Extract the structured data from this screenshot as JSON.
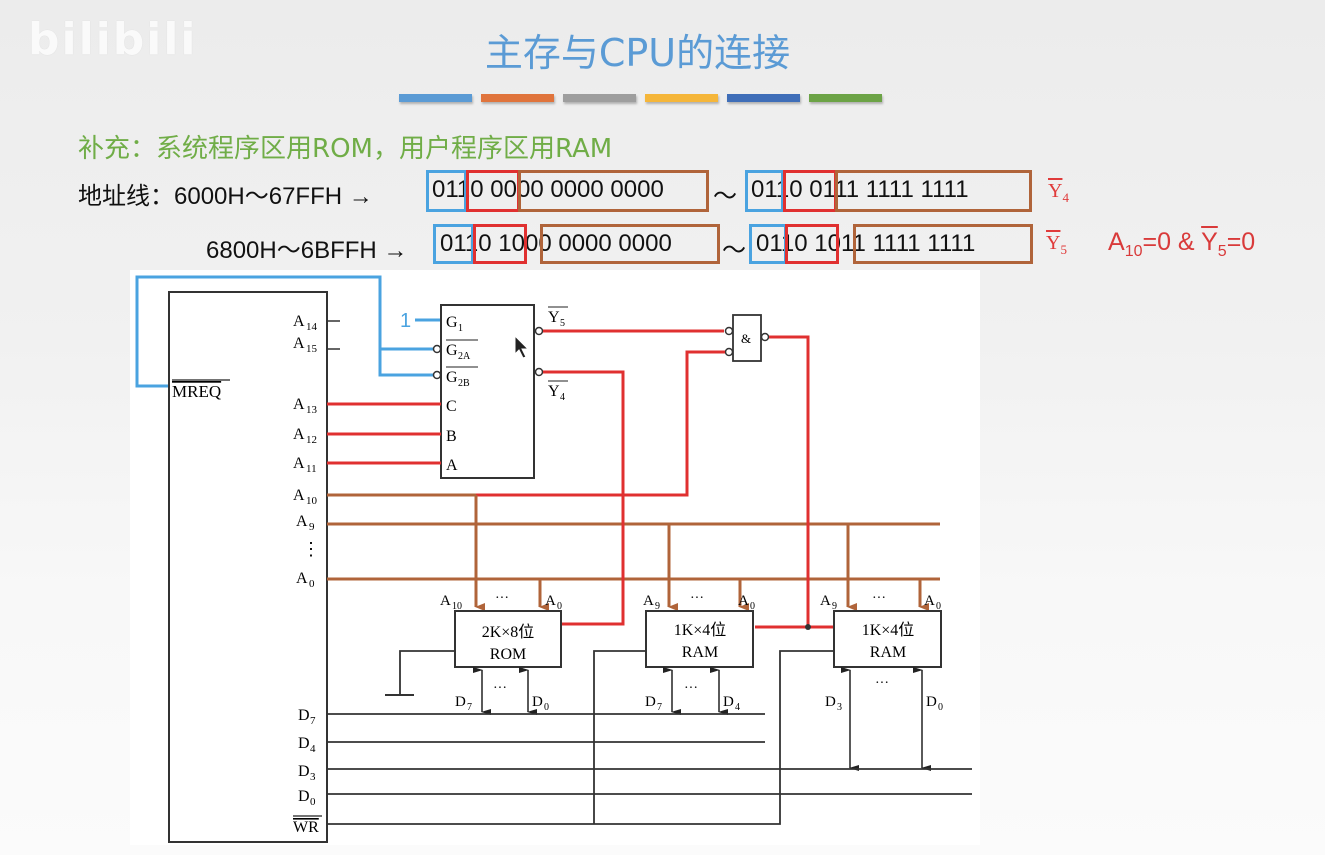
{
  "watermark": "bilibili",
  "title": "主存与CPU的连接",
  "deco_bar_colors": [
    "#5b9bd5",
    "#e0743c",
    "#9e9e9e",
    "#f5b63a",
    "#3f6eb8",
    "#6ca346"
  ],
  "supplement": "补充：系统程序区用ROM，用户程序区用RAM",
  "address": {
    "label": "地址线：",
    "rows": [
      {
        "range": "6000H～67FFH",
        "arrow": "→",
        "start_bits": [
          "01",
          "10 0",
          "000 0000 0000"
        ],
        "tilde": "～",
        "end_bits": [
          "01",
          "10 0",
          "111 1111 1111"
        ],
        "signal": "Y",
        "signal_sub": "4"
      },
      {
        "range": "6800H～6BFFH",
        "arrow": "→",
        "start_bits": [
          "01",
          "10 1",
          "000 0000 0000"
        ],
        "tilde": "～",
        "end_bits": [
          "01",
          "10 1",
          "011 1111 1111"
        ],
        "signal": "Y",
        "signal_sub": "5"
      }
    ],
    "condition": {
      "a": "A",
      "a_sub": "10",
      "mid": "=0 & ",
      "y": "Y",
      "y_sub": "5",
      "end": "=0"
    }
  },
  "colors": {
    "blue_wire": "#4aa3e0",
    "red_wire": "#e03030",
    "brown_wire": "#b0643a",
    "black_wire": "#333333"
  },
  "diagram": {
    "cpu": {
      "mreq": "MREQ",
      "pins_high": [
        {
          "n": "A",
          "s": "14"
        },
        {
          "n": "A",
          "s": "15"
        }
      ],
      "pins_dec": [
        {
          "n": "A",
          "s": "13"
        },
        {
          "n": "A",
          "s": "12"
        },
        {
          "n": "A",
          "s": "11"
        }
      ],
      "pins_addr": [
        {
          "n": "A",
          "s": "10"
        },
        {
          "n": "A",
          "s": "9"
        },
        {
          "n": "A",
          "s": "0"
        }
      ],
      "pins_data": [
        {
          "n": "D",
          "s": "7"
        },
        {
          "n": "D",
          "s": "4"
        },
        {
          "n": "D",
          "s": "3"
        },
        {
          "n": "D",
          "s": "0"
        }
      ],
      "wr": "WR",
      "vdots": "⋮"
    },
    "decoder": {
      "g1_value": "1",
      "g1": {
        "n": "G",
        "s": "1"
      },
      "g2a": {
        "n": "G",
        "s": "2A"
      },
      "g2b": {
        "n": "G",
        "s": "2B"
      },
      "inputs": [
        "C",
        "B",
        "A"
      ],
      "y5": {
        "n": "Y",
        "s": "5"
      },
      "y4": {
        "n": "Y",
        "s": "4"
      }
    },
    "gate": {
      "label": "&"
    },
    "chips": [
      {
        "line1": "2K×8位",
        "line2": "ROM",
        "addr_hi": {
          "n": "A",
          "s": "10"
        },
        "addr_lo": {
          "n": "A",
          "s": "0"
        },
        "data_hi": {
          "n": "D",
          "s": "7"
        },
        "data_lo": {
          "n": "D",
          "s": "0"
        }
      },
      {
        "line1": "1K×4位",
        "line2": "RAM",
        "addr_hi": {
          "n": "A",
          "s": "9"
        },
        "addr_lo": {
          "n": "A",
          "s": "0"
        },
        "data_hi": {
          "n": "D",
          "s": "7"
        },
        "data_lo": {
          "n": "D",
          "s": "4"
        }
      },
      {
        "line1": "1K×4位",
        "line2": "RAM",
        "addr_hi": {
          "n": "A",
          "s": "9"
        },
        "addr_lo": {
          "n": "A",
          "s": "0"
        },
        "data_hi": {
          "n": "D",
          "s": "3"
        },
        "data_lo": {
          "n": "D",
          "s": "0"
        }
      }
    ],
    "ellipsis": "···"
  }
}
